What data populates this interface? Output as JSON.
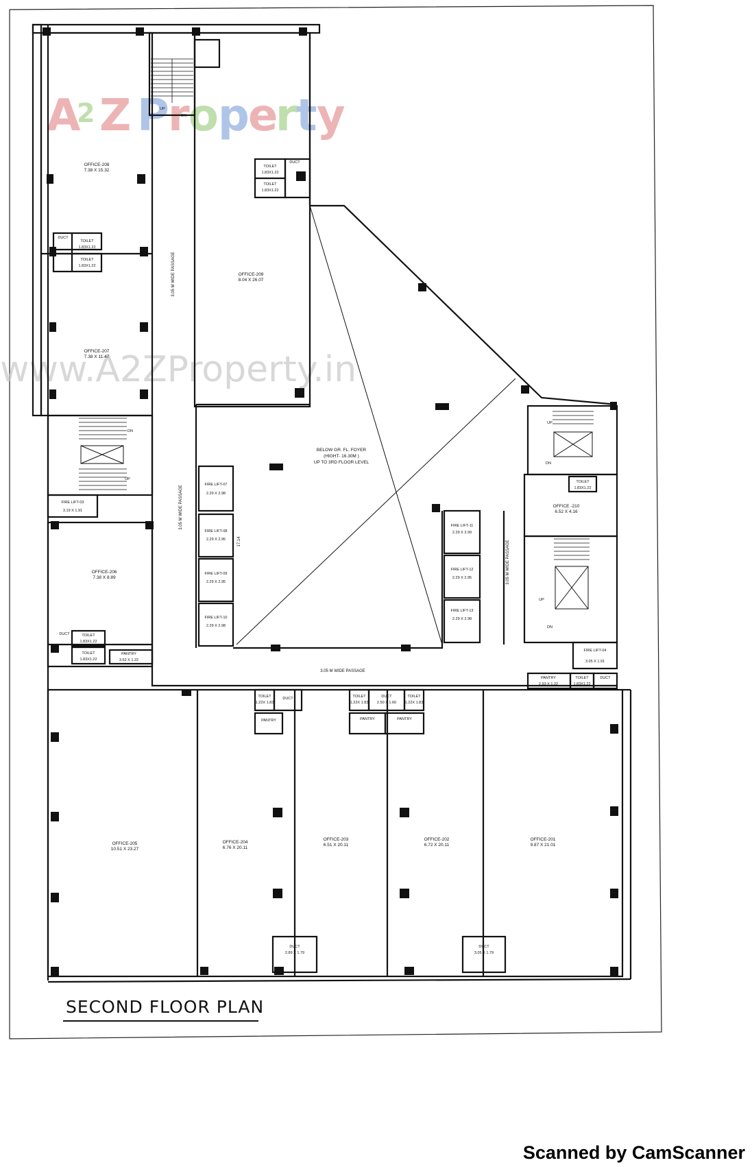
{
  "watermark": {
    "brand": "A2Z Property",
    "url": "www.A2ZProperty.in"
  },
  "title": "SECOND FLOOR PLAN",
  "scanner": "Scanned by CamScanner",
  "colors": {
    "line": "#111111",
    "wm_red": "#e0787a",
    "wm_green": "#8cc66b",
    "wm_blue": "#6f96d6",
    "wm_gray": "#c8c8c8"
  },
  "rooms": {
    "office_208": {
      "name": "OFFICE-208",
      "size": "7.38 X 15.32"
    },
    "office_209": {
      "name": "OFFICE-209",
      "size": "8.04 X 26.07"
    },
    "office_207": {
      "name": "OFFICE-207",
      "size": "7.38 X 11.47"
    },
    "office_206": {
      "name": "OFFICE-206",
      "size": "7.38 X 8.89"
    },
    "office_210": {
      "name": "OFFICE -210",
      "size": "6.52 X 4.16"
    },
    "office_205": {
      "name": "OFFICE-205",
      "size": "10.51 X 23.27"
    },
    "office_204": {
      "name": "OFFICE-204",
      "size": "6.76 X 20.11"
    },
    "office_203": {
      "name": "OFFICE-203",
      "size": "6.51 X 20.11"
    },
    "office_202": {
      "name": "OFFICE-202",
      "size": "6.72 X 20.11"
    },
    "office_201": {
      "name": "OFFICE-201",
      "size": "9.87 X 21.01"
    },
    "foyer": {
      "line1": "BELOW GR. FL. FOYER",
      "line2": "(HIGHT- 16.30M )",
      "line3": "UP TO 3RD FLOOR LEVEL"
    },
    "fire_lift_07": {
      "name": "FIRE LIFT-07",
      "size": "2.29 X 2.98"
    },
    "fire_lift_08": {
      "name": "FIRE LIFT-08",
      "size": "2.29 X 2.95"
    },
    "fire_lift_09": {
      "name": "FIRE LIFT-09",
      "size": "2.29 X 2.95"
    },
    "fire_lift_10": {
      "name": "FIRE LIFT-10",
      "size": "2.29 X 2.98"
    },
    "fire_lift_11": {
      "name": "FIRE LIFT-11",
      "size": "2.29 X 2.99"
    },
    "fire_lift_12": {
      "name": "FIRE LIFT-12",
      "size": "2.29 X 2.95"
    },
    "fire_lift_13": {
      "name": "FIRE LIFT-13",
      "size": "2.29 X 2.98"
    },
    "fire_lift_03": {
      "name": "FIRE LIFT-03",
      "size": "3.19 X 1.91"
    },
    "fire_lift_04": {
      "name": "FIRE LIFT-04",
      "size": "3.05 X 1.91"
    }
  },
  "services": {
    "toilet_top_1": {
      "name": "TOILET",
      "size": "1.83X1.22"
    },
    "toilet_top_2": {
      "name": "TOILET",
      "size": "1.83X1.22"
    },
    "duct": "DUCT",
    "toilet_208_1": {
      "name": "TOILET",
      "size": "1.83X1.22"
    },
    "toilet_208_2": {
      "name": "TOILET",
      "size": "1.83X1.22"
    },
    "toilet_206_1": {
      "name": "TOILET",
      "size": "1.83X1.22"
    },
    "toilet_206_2": {
      "name": "TOILET",
      "size": "1.83X1.22"
    },
    "pantry_206": {
      "name": "PANTRY",
      "size": "3.52 X 1.22"
    },
    "toilet_210": {
      "name": "TOILET",
      "size": "1.83X1.22"
    },
    "pantry_right": {
      "name": "PANTRY",
      "size": "2.93 X 1.22"
    },
    "toilet_right": {
      "name": "TOILET",
      "size": "1.83X1.22"
    },
    "duct_203_top": {
      "name": "DUCT",
      "size": "2.50 X 1.60"
    },
    "duct_204_bottom": {
      "name": "DUCT",
      "size": "2.89 X 1.79"
    },
    "duct_201_bottom": {
      "name": "DUCT",
      "size": "3.05 X 1.79"
    },
    "pantry": "PANTRY",
    "toilet": "TOILET",
    "toilet_small_size": "1.22X 1.83"
  },
  "passages": {
    "left_vertical": "3.05 M WIDE PASSAGE",
    "left_vertical_2": "3.05 M WIDE PASSAGE",
    "right_vertical": "3.05 M WIDE PASSAGE",
    "bottom_horizontal": "3.05 M WIDE PASSAGE",
    "dim_mark": "17.14"
  },
  "stairs": {
    "up": "UP",
    "dn": "DN"
  }
}
